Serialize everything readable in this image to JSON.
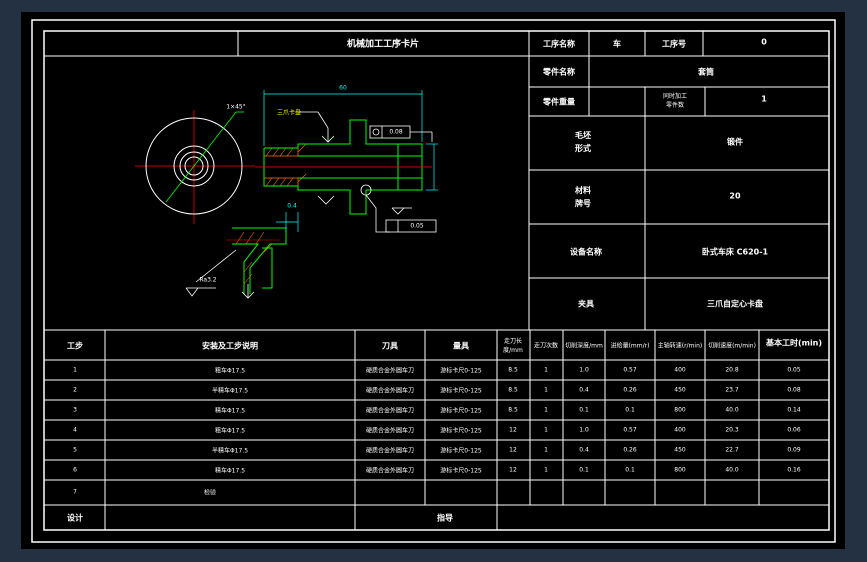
{
  "title_block": {
    "card_title": "机械加工工序卡片",
    "process_name_label": "工序名称",
    "process_name_value": "车",
    "process_no_label": "工序号",
    "process_no_value": "0",
    "part_name_label": "零件名称",
    "part_name_value": "套筒",
    "part_weight_label": "零件重量",
    "parts_per_setup_label": "同时加工\n零件数",
    "parts_per_setup_value": "1",
    "blank_label": "毛坯\n形式",
    "blank_value": "锻件",
    "material_label": "材料\n牌号",
    "material_value": "20",
    "equipment_label": "设备名称",
    "equipment_value": "卧式车床 C620-1",
    "fixture_label": "夹具",
    "fixture_value": "三爪自定心卡盘"
  },
  "table": {
    "headers": [
      "工步",
      "安装及工步说明",
      "刀具",
      "量具",
      "走刀长度/mm",
      "走刀次数",
      "切削深度/mm",
      "进给量(mm/r)",
      "主轴转速(r/min)",
      "切削速度(m/min)",
      "基本工时(min)"
    ],
    "rows": [
      [
        "1",
        "粗车Φ17.5",
        "硬质合金外圆车刀",
        "游标卡尺0-125",
        "8.5",
        "1",
        "1.0",
        "0.57",
        "400",
        "20.8",
        "0.05"
      ],
      [
        "2",
        "半精车Φ17.5",
        "硬质合金外圆车刀",
        "游标卡尺0-125",
        "8.5",
        "1",
        "0.4",
        "0.26",
        "450",
        "23.7",
        "0.08"
      ],
      [
        "3",
        "精车Φ17.5",
        "硬质合金外圆车刀",
        "游标卡尺0-125",
        "8.5",
        "1",
        "0.1",
        "0.1",
        "800",
        "40.0",
        "0.14"
      ],
      [
        "4",
        "粗车Φ17.5",
        "硬质合金外圆车刀",
        "游标卡尺0-125",
        "12",
        "1",
        "1.0",
        "0.57",
        "400",
        "20.3",
        "0.06"
      ],
      [
        "5",
        "半精车Φ17.5",
        "硬质合金外圆车刀",
        "游标卡尺0-125",
        "12",
        "1",
        "0.4",
        "0.26",
        "450",
        "22.7",
        "0.09"
      ],
      [
        "6",
        "精车Φ17.5",
        "硬质合金外圆车刀",
        "游标卡尺0-125",
        "12",
        "1",
        "0.1",
        "0.1",
        "800",
        "40.0",
        "0.16"
      ],
      [
        "7",
        "检验",
        "",
        "",
        "",
        "",
        "",
        "",
        "",
        "",
        ""
      ]
    ],
    "footer_design": "设计",
    "footer_guide": "指导"
  },
  "drawing": {
    "dim_overall": "60",
    "dim_chamfer": "1×45°",
    "dim_runout": "0.08",
    "dim_flatness": "0.05",
    "dim_small": "0.4",
    "dim_ra": "Ra3.2",
    "note_center": "三爪卡盘"
  },
  "colors": {
    "paper": "#000000",
    "frame": "#ffffff",
    "part_line": "#00ff00",
    "center_line": "#ff0000",
    "hatch": "#ff6a00",
    "annotation": "#ffff00",
    "dimension": "#00ffff"
  }
}
